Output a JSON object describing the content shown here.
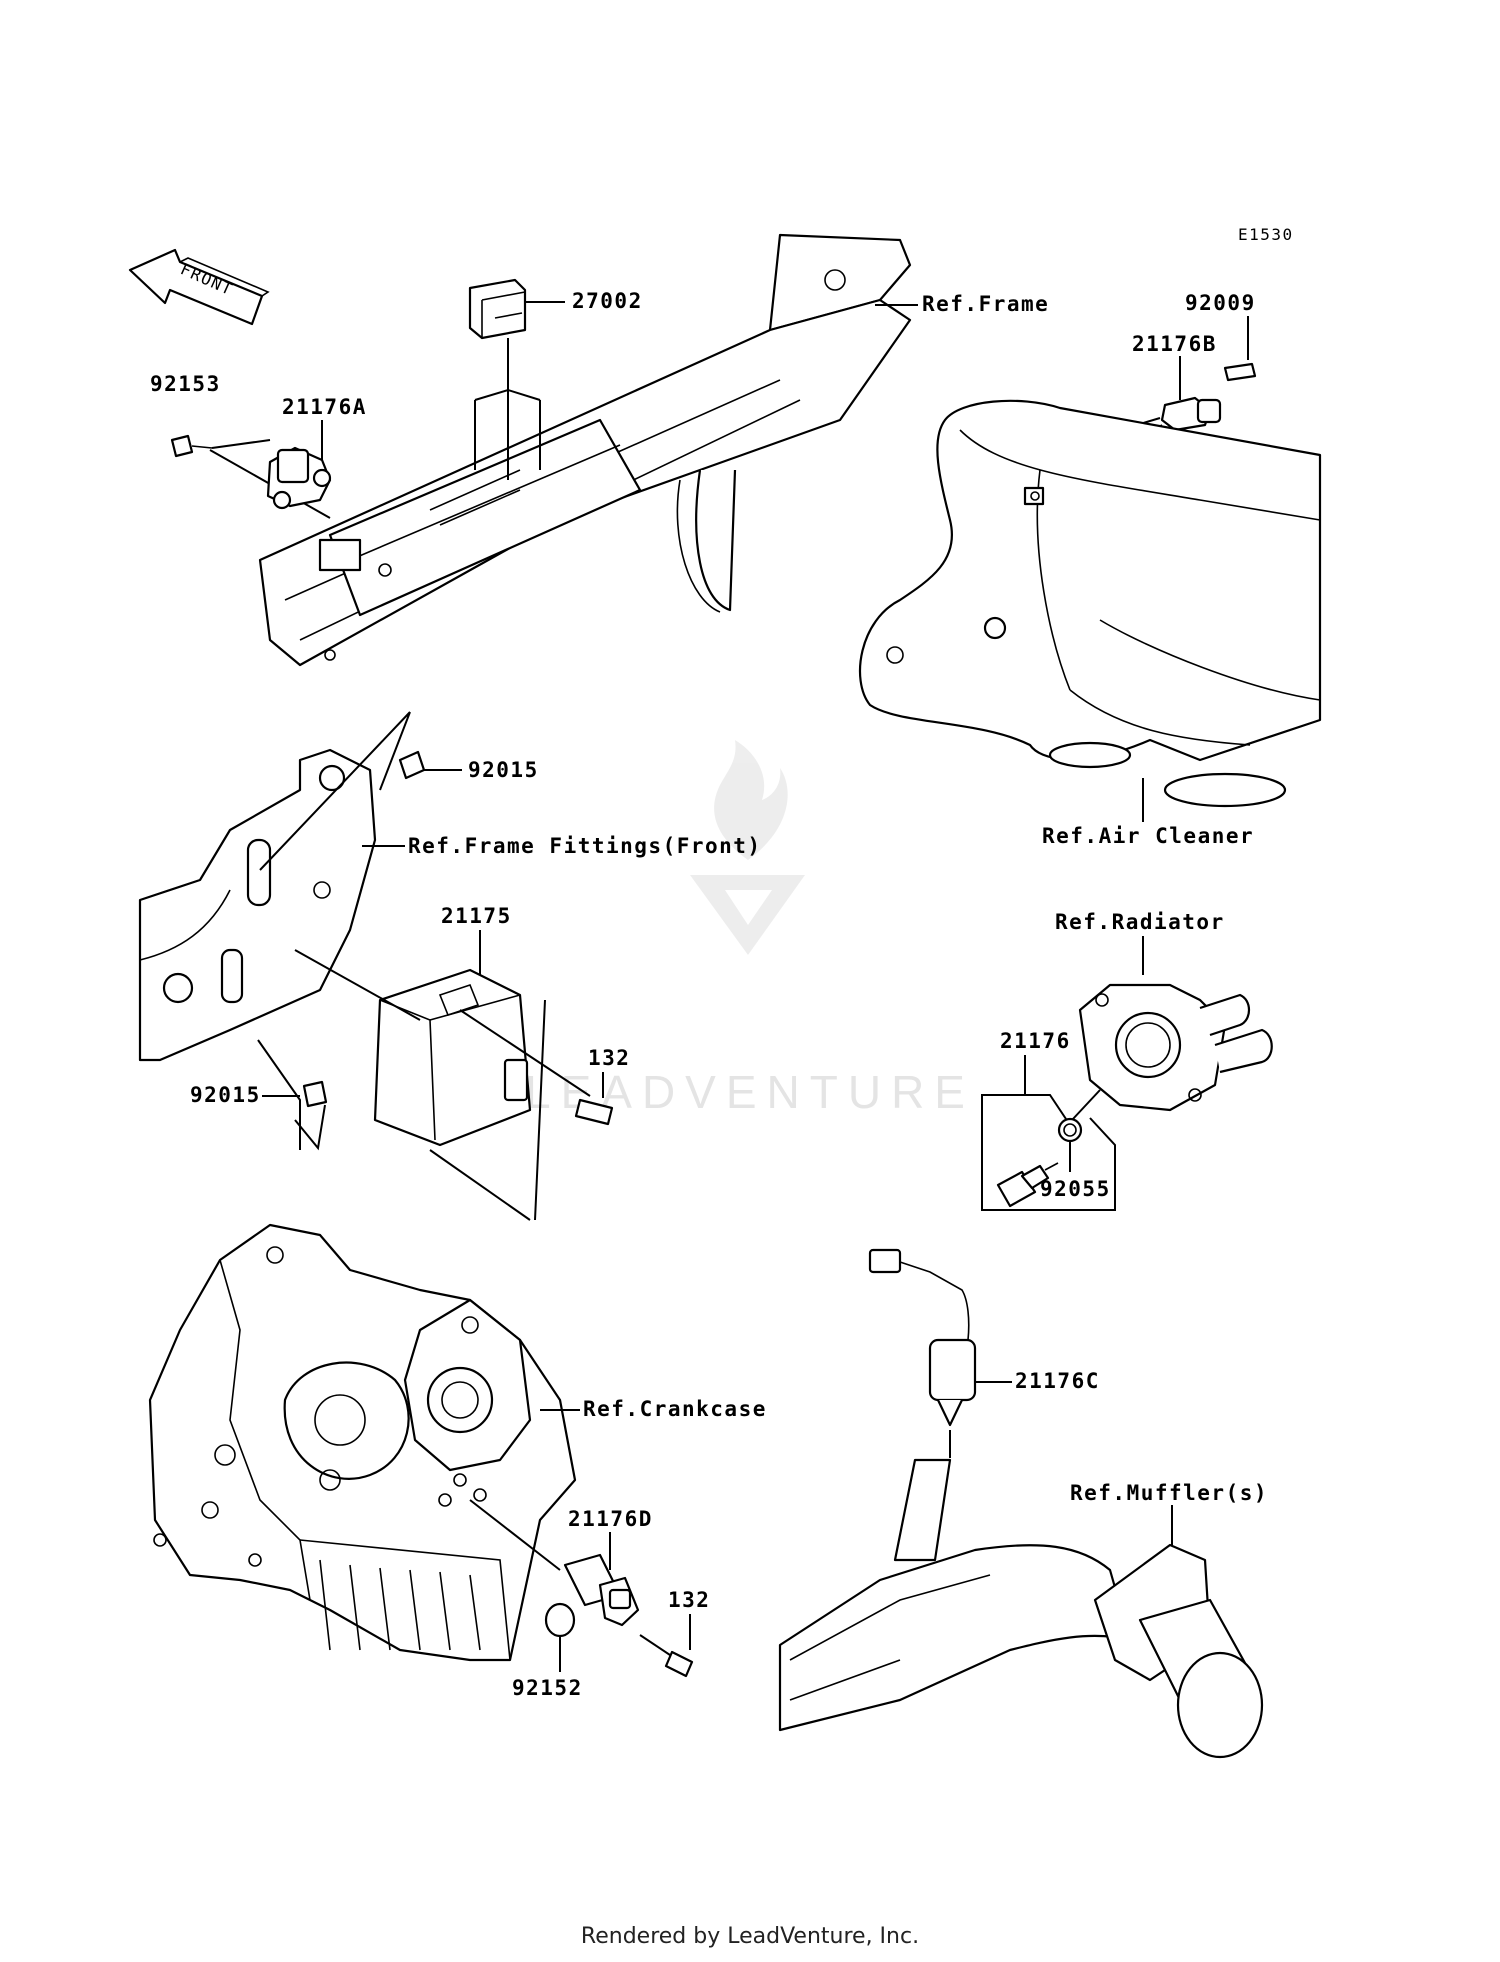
{
  "diagram_code": "E1530",
  "front_label": "FRONT",
  "watermark": "LEADVENTURE",
  "footer": "Rendered by LeadVenture, Inc.",
  "labels": {
    "p27002": "27002",
    "ref_frame": "Ref.Frame",
    "p92009": "92009",
    "p21176B": "21176B",
    "p92153": "92153",
    "p21176A": "21176A",
    "p92015_top": "92015",
    "ref_frame_fittings": "Ref.Frame Fittings(Front)",
    "ref_air_cleaner": "Ref.Air Cleaner",
    "p21175": "21175",
    "p132_top": "132",
    "p92015_bottom": "92015",
    "ref_radiator": "Ref.Radiator",
    "p21176": "21176",
    "p92055": "92055",
    "p21176C": "21176C",
    "ref_crankcase": "Ref.Crankcase",
    "ref_mufflers": "Ref.Muffler(s)",
    "p21176D": "21176D",
    "p132_bottom": "132",
    "p92152": "92152"
  }
}
